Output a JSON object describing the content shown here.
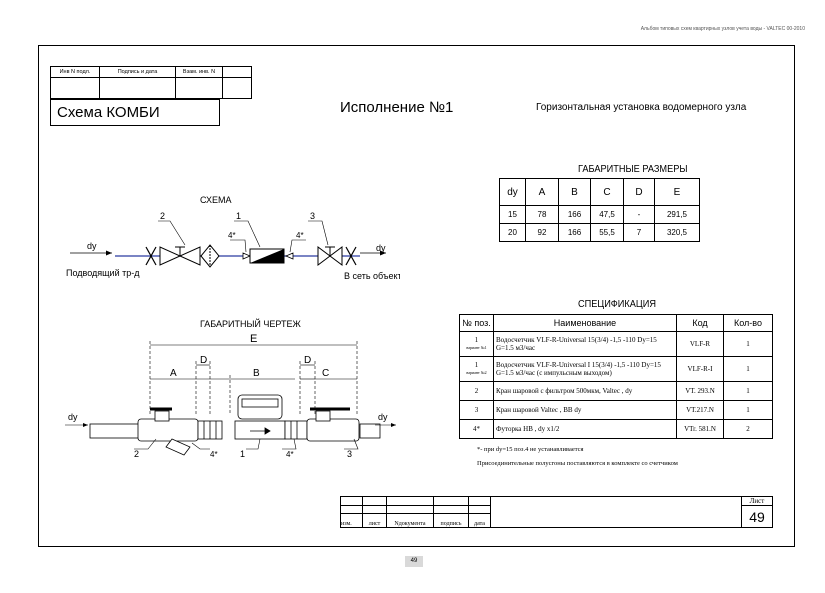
{
  "header_note": "Альбом типовых схем квартирных узлов учета воды - VALTEC 00-2010",
  "stamp": {
    "cells": [
      "Инв N подл.",
      "Подпись и дата",
      "Взам. инв. N"
    ]
  },
  "scheme_title": "Схема КОМБИ",
  "variant_title": "Исполнение №1",
  "install_title": "Горизонтальная установка водомерного узла",
  "dims_table": {
    "title": "ГАБАРИТНЫЕ РАЗМЕРЫ",
    "headers": [
      "dy",
      "A",
      "B",
      "C",
      "D",
      "E"
    ],
    "rows": [
      [
        "15",
        "78",
        "166",
        "47,5",
        "-",
        "291,5"
      ],
      [
        "20",
        "92",
        "166",
        "55,5",
        "7",
        "320,5"
      ]
    ]
  },
  "schema": {
    "title": "СХЕМА",
    "dy": "dy",
    "inlet_label": "Подводящий тр-д",
    "outlet_label": "В сеть объекта",
    "callouts": [
      "2",
      "1",
      "3",
      "4*",
      "4*"
    ]
  },
  "drawing": {
    "title": "ГАБАРИТНЫЙ ЧЕРТЕЖ",
    "dim_labels": [
      "E",
      "D",
      "D",
      "A",
      "B",
      "C"
    ],
    "dy": "dy",
    "callouts": [
      "2",
      "4*",
      "1",
      "4*",
      "3"
    ]
  },
  "spec": {
    "title": "СПЕЦИФИКАЦИЯ",
    "headers": [
      "№ поз.",
      "Наименование",
      "Код",
      "Кол-во"
    ],
    "rows": [
      {
        "pos": "1",
        "variant": "вариант №1",
        "name": "Водосчетчик VLF-R-Universal 15(3/4) -1,5 -110 Dy=15 G=1.5 м3/час",
        "code": "VLF-R",
        "qty": "1"
      },
      {
        "pos": "1",
        "variant": "вариант №2",
        "name": "Водосчетчик VLF-R-Universal I 15(3/4) -1,5 -110 Dy=15 G=1.5 м3/час (с импульсным выходом)",
        "code": "VLF-R-I",
        "qty": "1"
      },
      {
        "pos": "2",
        "variant": "",
        "name": "Кран шаровой с фильтром 500мкм, Valtec , dy",
        "code": "VT. 293.N",
        "qty": "1"
      },
      {
        "pos": "3",
        "variant": "",
        "name": "Кран шаровой Valtec , BB dy",
        "code": "VT.217.N",
        "qty": "1"
      },
      {
        "pos": "4*",
        "variant": "",
        "name": "Футорка НВ , dy x1/2",
        "code": "VTr. 581.N",
        "qty": "2"
      }
    ],
    "note1": "*- при dy=15 поз.4 не устанавливается",
    "note2": "Присоединительные полусгоны поставляются в комплекте со счетчиком"
  },
  "title_block": {
    "cols": [
      "изм.",
      "лист",
      "Nдокумента",
      "подпись",
      "дата"
    ],
    "sheet_label": "Лист",
    "sheet_number": "49"
  },
  "page_number": "49"
}
